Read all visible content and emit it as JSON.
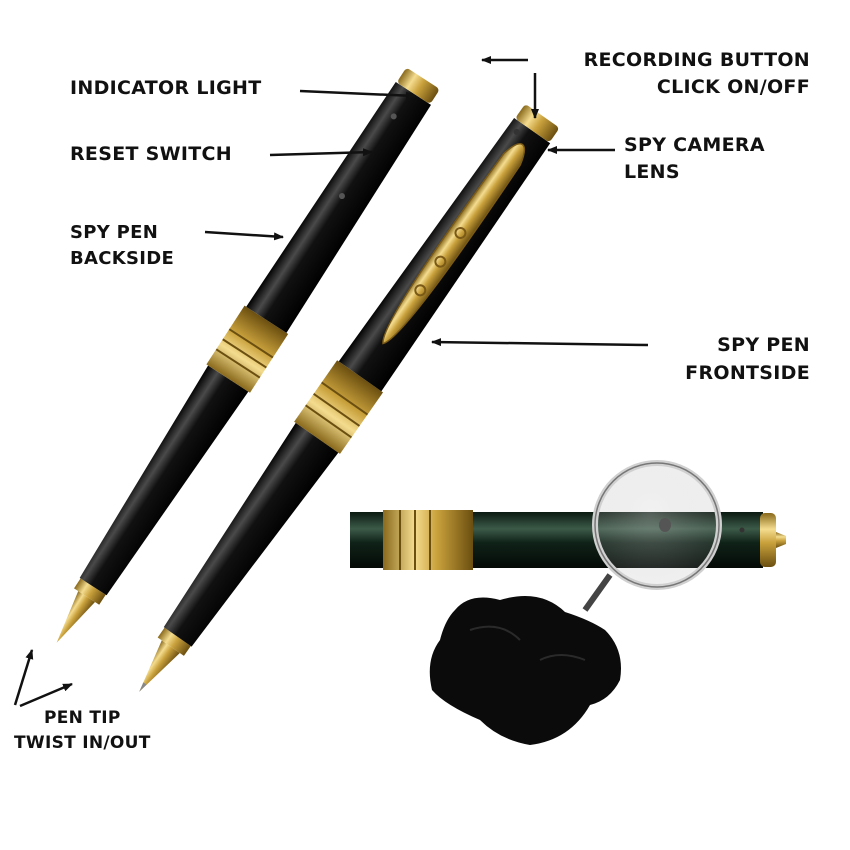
{
  "colors": {
    "pen_body": "#0d0d0d",
    "gold": "#c9a13c",
    "gold_light": "#f1d889",
    "arrow": "#111111",
    "background": "#ffffff"
  },
  "labels": {
    "indicator_light": "INDICATOR LIGHT",
    "reset_switch": "RESET SWITCH",
    "backside_line1": "SPY PEN",
    "backside_line2": "BACKSIDE",
    "recording_line1": "RECORDING BUTTON",
    "recording_line2": "CLICK ON/OFF",
    "lens_line1": "SPY CAMERA",
    "lens_line2": "LENS",
    "frontside_line1": "SPY PEN",
    "frontside_line2": "FRONTSIDE",
    "tip_line1": "PEN TIP",
    "tip_line2": "TWIST IN/OUT"
  }
}
